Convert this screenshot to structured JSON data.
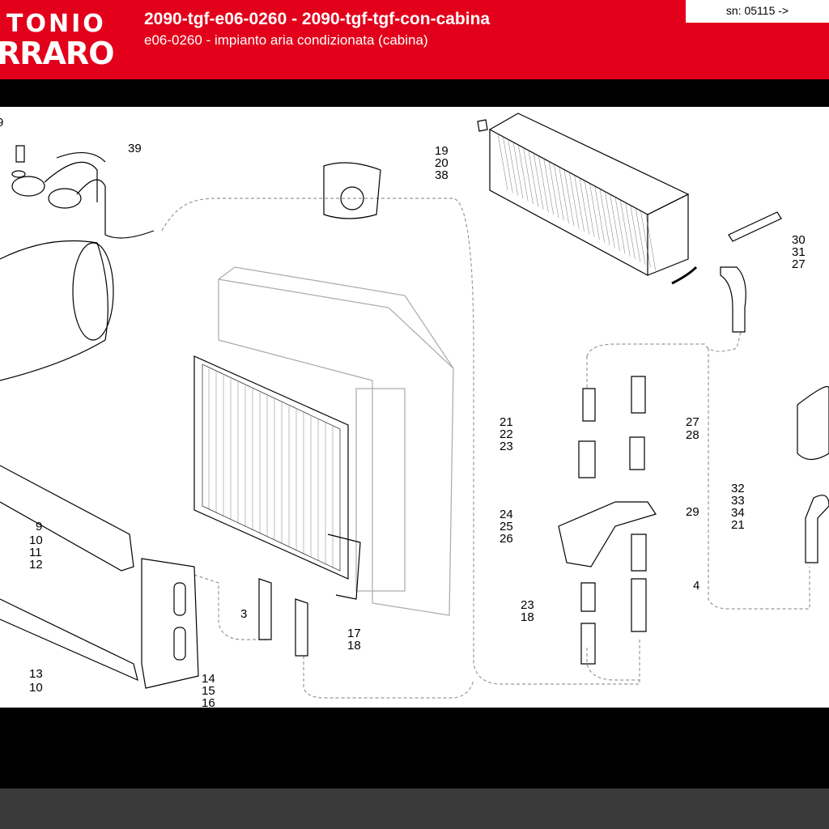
{
  "header": {
    "logo_line1": "TONIO",
    "logo_line2": "RRARO",
    "title": "2090-tgf-e06-0260 - 2090-tgf-tgf-con-cabina",
    "subtitle": "e06-0260 - impianto aria condizionata (cabina)",
    "serial": "sn: 05115 ->"
  },
  "colors": {
    "brand": "#e2001a",
    "bar": "#000000"
  },
  "diagram": {
    "callouts": [
      "9",
      "39",
      "19",
      "20",
      "38",
      "30",
      "31",
      "27",
      "21",
      "22",
      "23",
      "27",
      "28",
      "32",
      "33",
      "34",
      "21",
      "24",
      "25",
      "26",
      "29",
      "9",
      "10",
      "11",
      "12",
      "4",
      "23",
      "18",
      "3",
      "17",
      "18",
      "13",
      "10",
      "14",
      "15",
      "16"
    ]
  }
}
